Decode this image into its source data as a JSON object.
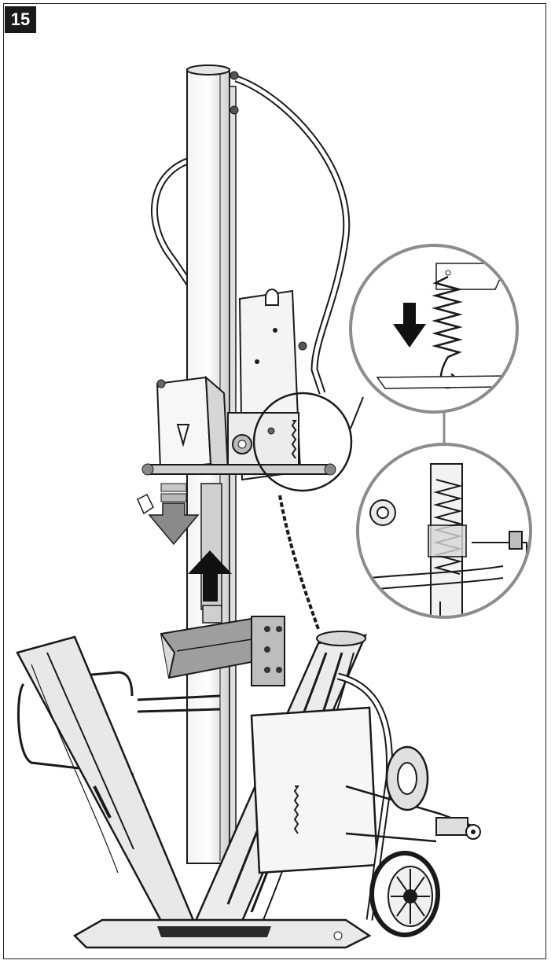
{
  "figure": {
    "number": "15"
  },
  "colors": {
    "line": "#1a1a1a",
    "metal_light": "#d9d9d9",
    "metal_mid": "#b5b5b5",
    "metal_dark": "#8c8c8c",
    "arrow_gray": "#8a8a8a",
    "arrow_black": "#111111",
    "background": "#ffffff"
  },
  "icons": {
    "down_arrow_gray": "arrow-down",
    "up_arrow_black": "arrow-up",
    "down_arrow_detail": "arrow-down",
    "triangle_marker": "triangle-down"
  }
}
